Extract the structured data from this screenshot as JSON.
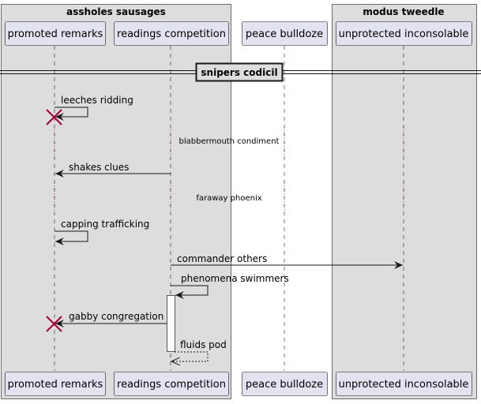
{
  "diagram": {
    "type": "sequence",
    "boxes": [
      {
        "title": "assholes sausages"
      },
      {
        "title": "modus tweedle"
      }
    ],
    "participants": [
      {
        "label": "promoted remarks"
      },
      {
        "label": "readings competition"
      },
      {
        "label": "peace bulldoze"
      },
      {
        "label": "unprotected inconsolable"
      }
    ],
    "divider": {
      "label": "snipers codicil"
    },
    "delays": [
      {
        "label": "blabbermouth condiment"
      },
      {
        "label": "faraway phoenix"
      }
    ],
    "messages": [
      {
        "label": "leeches ridding",
        "from": "promoted remarks",
        "to": "promoted remarks",
        "style": "solid",
        "destroy_target": true
      },
      {
        "label": "shakes clues",
        "from": "readings competition",
        "to": "promoted remarks",
        "style": "solid"
      },
      {
        "label": "capping trafficking",
        "from": "promoted remarks",
        "to": "promoted remarks",
        "style": "solid"
      },
      {
        "label": "commander others",
        "from": "readings competition",
        "to": "unprotected inconsolable",
        "style": "solid"
      },
      {
        "label": "phenomena swimmers",
        "from": "readings competition",
        "to": "readings competition",
        "style": "solid",
        "activates": true
      },
      {
        "label": "gabby congregation",
        "from": "readings competition",
        "to": "promoted remarks",
        "style": "solid",
        "destroy_target": true
      },
      {
        "label": "fluids pod",
        "from": "readings competition",
        "to": "readings competition",
        "style": "dashed"
      }
    ],
    "colors": {
      "box_fill": "#dddddd",
      "participant_fill": "#e2e2f0",
      "participant_stroke": "#181818",
      "line": "#181818",
      "destroy": "#a80036"
    }
  }
}
